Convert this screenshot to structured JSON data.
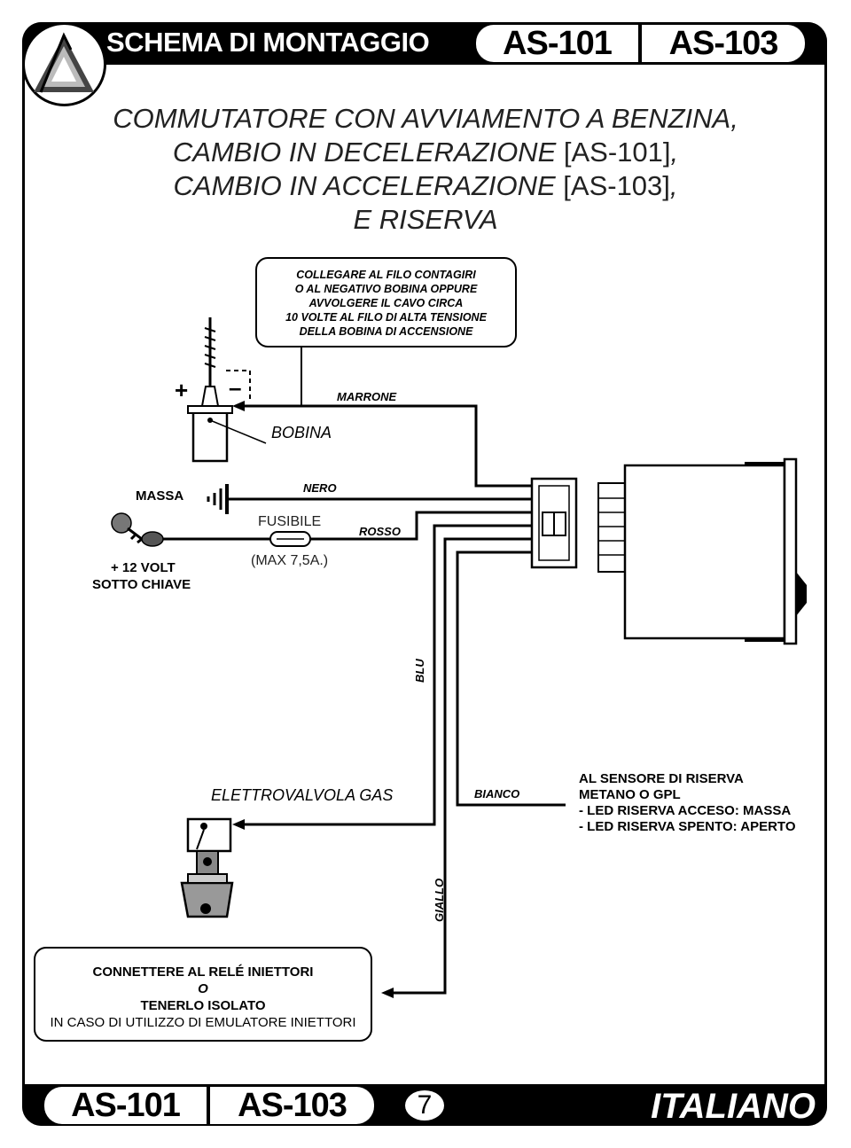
{
  "header": {
    "title": "SCHEMA DI MONTAGGIO",
    "model_a": "AS-101",
    "model_b": "AS-103"
  },
  "main_title": {
    "line1": "COMMUTATORE CON AVVIAMENTO A BENZINA,",
    "line2_prefix": "CAMBIO IN DECELERAZIONE ",
    "line2_model": "[AS-101]",
    "line2_suffix": ",",
    "line3_prefix": "CAMBIO IN ACCELERAZIONE ",
    "line3_model": "[AS-103]",
    "line3_suffix": ",",
    "line4": "E RISERVA"
  },
  "note_box": {
    "line1": "COLLEGARE AL FILO CONTAGIRI",
    "line2": "O AL NEGATIVO BOBINA OPPURE",
    "line3": "AVVOLGERE IL CAVO CIRCA",
    "line4": "10 VOLTE AL FILO DI ALTA TENSIONE",
    "line5": "DELLA BOBINA DI ACCENSIONE"
  },
  "coil": {
    "plus": "+",
    "minus": "–",
    "label": "BOBINA"
  },
  "wires": {
    "marrone": "MARRONE",
    "nero": "NERO",
    "rosso": "ROSSO",
    "blu": "BLU",
    "bianco": "BIANCO",
    "giallo": "GIALLO"
  },
  "labels": {
    "massa": "MASSA",
    "key_line1": "+ 12 VOLT",
    "key_line2": "SOTTO CHIAVE",
    "fuse": "FUSIBILE",
    "fuse_rating": "(MAX 7,5A.)",
    "valve": "ELETTROVALVOLA GAS"
  },
  "sensor_note": {
    "line1": "AL SENSORE DI RISERVA",
    "line2": "METANO O GPL",
    "line3": "- LED RISERVA ACCESO: MASSA",
    "line4": "- LED RISERVA SPENTO: APERTO"
  },
  "bottom_box": {
    "line1": "CONNETTERE AL RELÉ INIETTORI",
    "line2": "O",
    "line3": "TENERLO ISOLATO",
    "line4": "IN CASO DI UTILIZZO DI EMULATORE INIETTORI"
  },
  "footer": {
    "model_a": "AS-101",
    "model_b": "AS-103",
    "page": "7",
    "language": "ITALIANO"
  }
}
